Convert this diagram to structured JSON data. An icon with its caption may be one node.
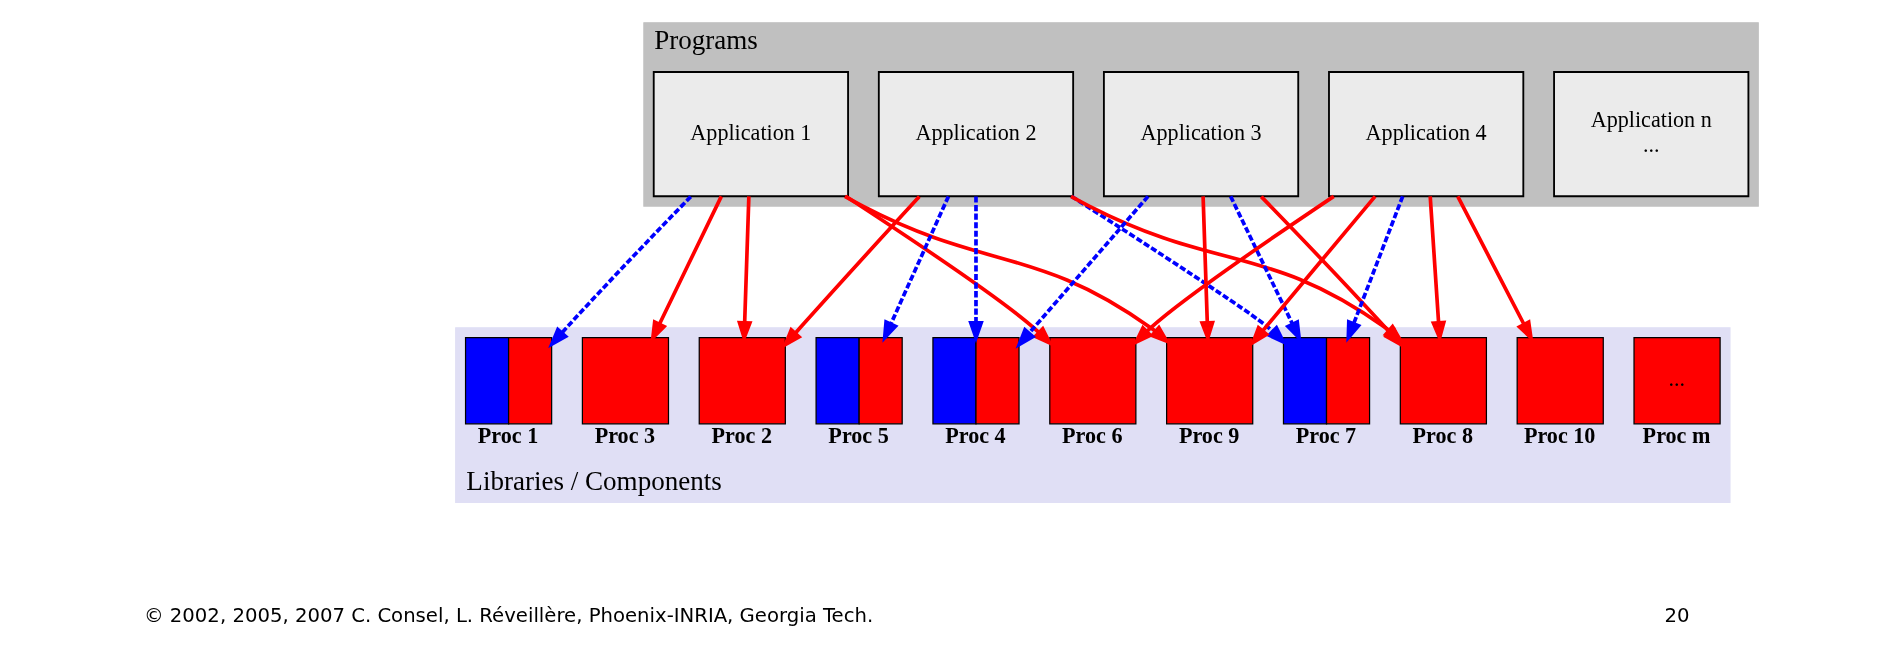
{
  "diagram": {
    "nodes": [
      {
        "text": [
          "Programs"
        ]
      },
      {
        "text": [
          "Application 1"
        ],
        "in": 0
      },
      {
        "text": [
          "Application 2"
        ],
        "in": 0
      },
      {
        "text": [
          "Application 3"
        ],
        "in": 0
      },
      {
        "text": [
          "Application 4"
        ],
        "in": 0
      },
      {
        "text": [
          "Application n",
          "..."
        ],
        "in": 0
      },
      {
        "text": [
          "Libraries / Components"
        ]
      },
      {
        "text": [
          "Proc 1"
        ],
        "in": 6
      },
      {
        "text": [
          "Proc 2"
        ],
        "in": 6
      },
      {
        "text": [
          "Proc 3"
        ],
        "in": 6
      },
      {
        "text": [
          "Proc 4"
        ],
        "in": 6
      },
      {
        "text": [
          "Proc 5"
        ],
        "in": 6
      },
      {
        "text": [
          "Proc 6"
        ],
        "in": 6
      },
      {
        "text": [
          "Proc 7"
        ],
        "in": 6
      },
      {
        "text": [
          "Proc 8"
        ],
        "in": 6
      },
      {
        "text": [
          "Proc 9"
        ],
        "in": 6
      },
      {
        "text": [
          "Proc 10"
        ],
        "in": 6
      },
      {
        "text": [
          "...",
          "Proc m"
        ],
        "in": 6
      }
    ],
    "edges": [
      {
        "from": 1,
        "to": 7,
        "arrow": "to",
        "style": "dashed",
        "color": "#0000ff"
      },
      {
        "from": 1,
        "to": 8,
        "arrow": "to"
      },
      {
        "from": 1,
        "to": 9,
        "arrow": "to"
      },
      {
        "from": 1,
        "to": 12,
        "arrow": "to"
      },
      {
        "from": 1,
        "to": 15,
        "arrow": "to"
      },
      {
        "from": 2,
        "to": 8,
        "arrow": "to"
      },
      {
        "from": 2,
        "to": 10,
        "arrow": "to",
        "style": "dashed",
        "color": "#0000ff"
      },
      {
        "from": 2,
        "to": 11,
        "arrow": "to",
        "style": "dashed",
        "color": "#0000ff"
      },
      {
        "from": 2,
        "to": 13,
        "arrow": "to",
        "style": "dashed",
        "color": "#0000ff"
      },
      {
        "from": 2,
        "to": 14,
        "arrow": "to"
      },
      {
        "from": 3,
        "to": 10,
        "arrow": "to",
        "style": "dashed",
        "color": "#0000ff"
      },
      {
        "from": 3,
        "to": 13,
        "arrow": "to",
        "style": "dashed",
        "color": "#0000ff"
      },
      {
        "from": 3,
        "to": 14,
        "arrow": "to"
      },
      {
        "from": 3,
        "to": 15,
        "arrow": "to"
      },
      {
        "from": 4,
        "to": 12,
        "arrow": "to"
      },
      {
        "from": 4,
        "to": 13,
        "arrow": "to",
        "style": "dashed",
        "color": "#0000ff"
      },
      {
        "from": 4,
        "to": 14,
        "arrow": "to"
      },
      {
        "from": 4,
        "to": 15,
        "arrow": "to"
      },
      {
        "from": 4,
        "to": 16,
        "arrow": "to"
      }
    ],
    "labels": [
      "© 2002, 2005, 2007 C. Consel, L. Réveillère, Phoenix-INRIA, Georgia Tech.",
      "20"
    ]
  }
}
